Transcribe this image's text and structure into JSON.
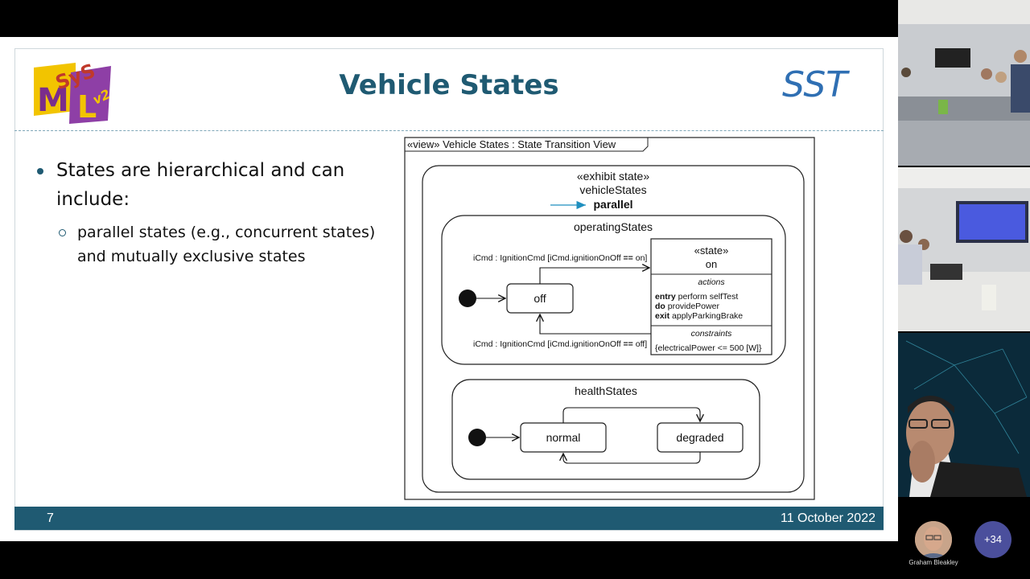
{
  "slide": {
    "title": "Vehicle States",
    "brand": "SST",
    "logo_text": "SysML v2",
    "bullets": {
      "main": "States are hierarchical and can include:",
      "sub": "parallel states (e.g., concurrent states) and mutually exclusive states"
    },
    "footer": {
      "page_number": "7",
      "date": "11 October 2022"
    }
  },
  "diagram": {
    "header": "«view» Vehicle States : State Transition View",
    "exhibit_stereotype": "«exhibit state»",
    "exhibit_name": "vehicleStates",
    "exhibit_kind": "parallel",
    "operating": {
      "name": "operatingStates",
      "off_label": "off",
      "on_stereotype": "«state»",
      "on_name": "on",
      "actions_heading": "actions",
      "entry_kw": "entry",
      "entry_text": " perform selfTest",
      "do_kw": "do",
      "do_text": " providePower",
      "exit_kw": "exit",
      "exit_text": " applyParkingBrake",
      "constraints_heading": "constraints",
      "constraint": "{electricalPower <= 500 [W]}",
      "transition_on_a": "iCmd : IgnitionCmd [iCmd.ignitionOnOff ",
      "transition_on_op": "==",
      "transition_on_b": " on]",
      "transition_off_a": "iCmd : IgnitionCmd [iCmd.ignitionOnOff ",
      "transition_off_op": "==",
      "transition_off_b": " off]"
    },
    "health": {
      "name": "healthStates",
      "normal_label": "normal",
      "degraded_label": "degraded"
    }
  },
  "meeting": {
    "participant_name": "Graham Bleakley",
    "more_participants": "+34"
  },
  "colors": {
    "accent": "#1f5a72",
    "brand": "#2f6fb3",
    "arrow": "#1f8fbf"
  }
}
